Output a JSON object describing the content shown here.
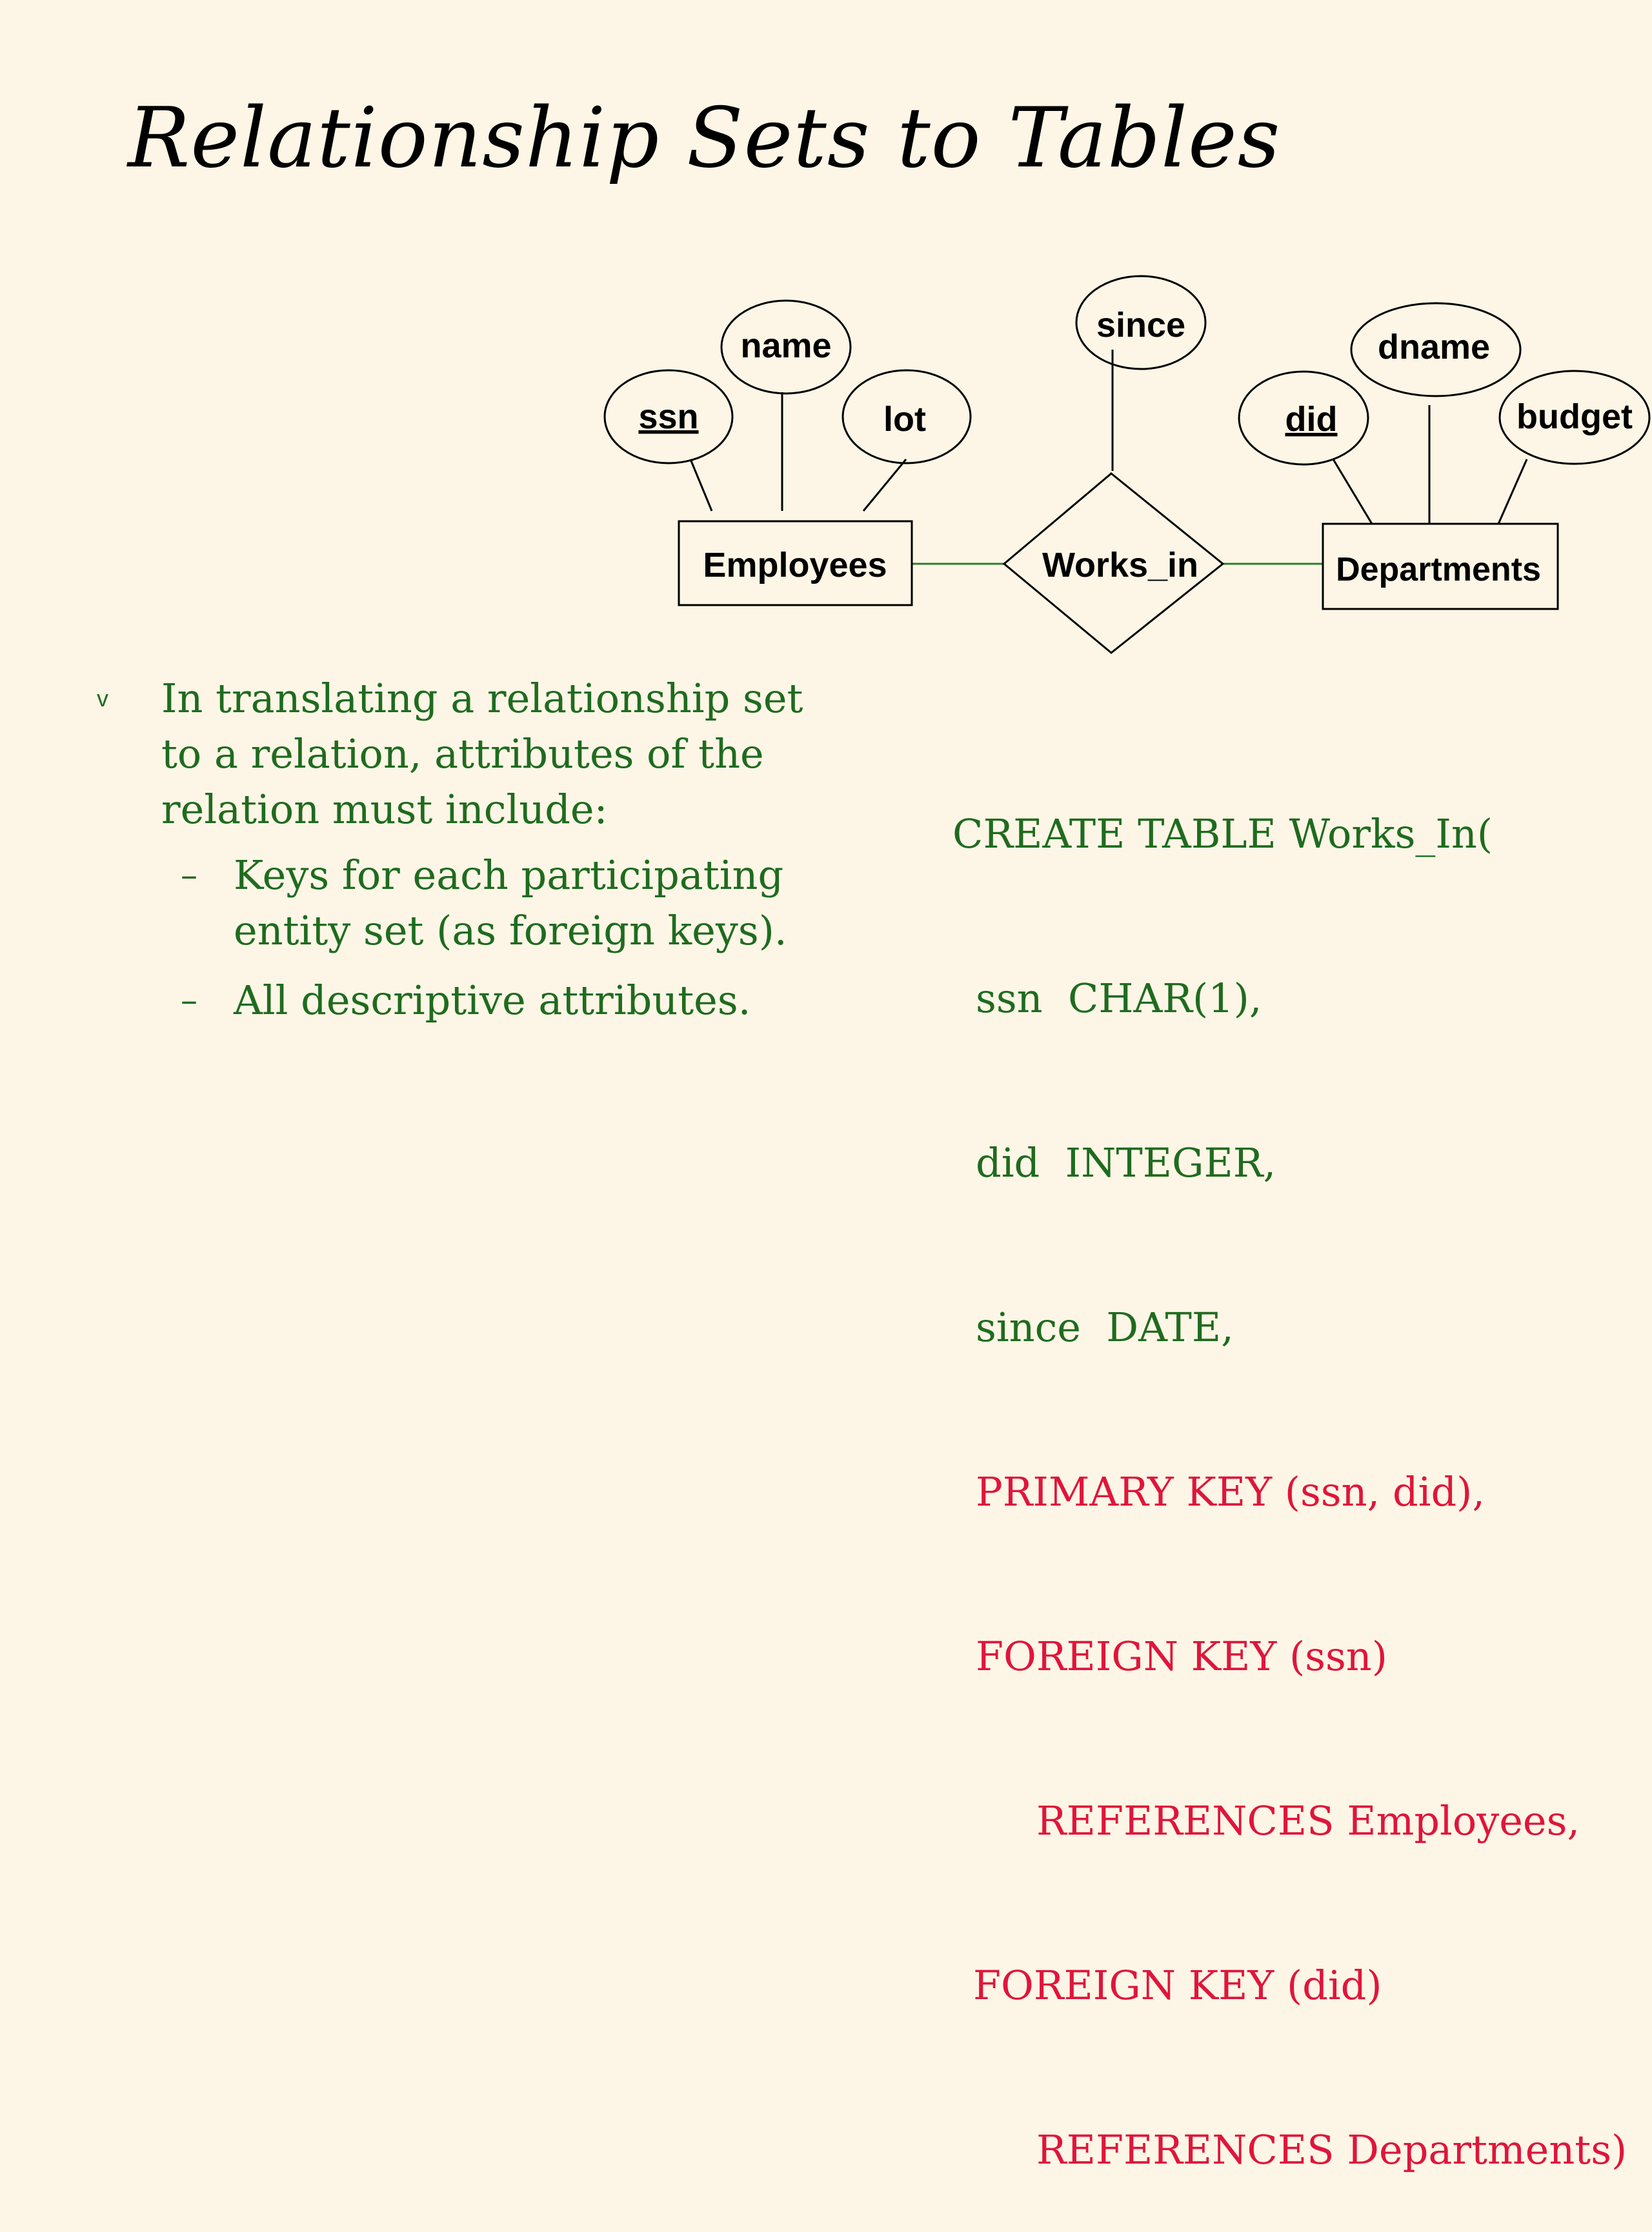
{
  "title": "Relationship Sets to Tables",
  "diagram": {
    "entities": {
      "employees": "Employees",
      "departments": "Departments"
    },
    "relationship": "Works_in",
    "attributes": {
      "ssn": "ssn",
      "name": "name",
      "lot": "lot",
      "since": "since",
      "did": "did",
      "dname": "dname",
      "budget": "budget"
    },
    "key_attributes": [
      "ssn",
      "did"
    ]
  },
  "bullets": {
    "marker": "v",
    "main": [
      "In translating a relationship set",
      "to a relation, attributes of the",
      "relation must include:"
    ],
    "sub_marker": "–",
    "sub": [
      [
        "Keys for each participating",
        "entity set  (as foreign keys)."
      ],
      [
        "All descriptive attributes."
      ]
    ]
  },
  "sql": {
    "line1": "CREATE TABLE Works_In(",
    "line2": "ssn  CHAR(1),",
    "line3": "did  INTEGER,",
    "line4": "since  DATE,",
    "line5": "PRIMARY KEY (ssn, did),",
    "line6": "FOREIGN KEY (ssn)",
    "line7": "REFERENCES Employees,",
    "line8": "FOREIGN KEY (did)",
    "line9": "REFERENCES Departments)"
  },
  "colors": {
    "background": "#fdf6e6",
    "text_green": "#1f6b1f",
    "text_red": "#e0153b",
    "diagram_line": "#000000",
    "connector_green": "#2e7d2e"
  }
}
